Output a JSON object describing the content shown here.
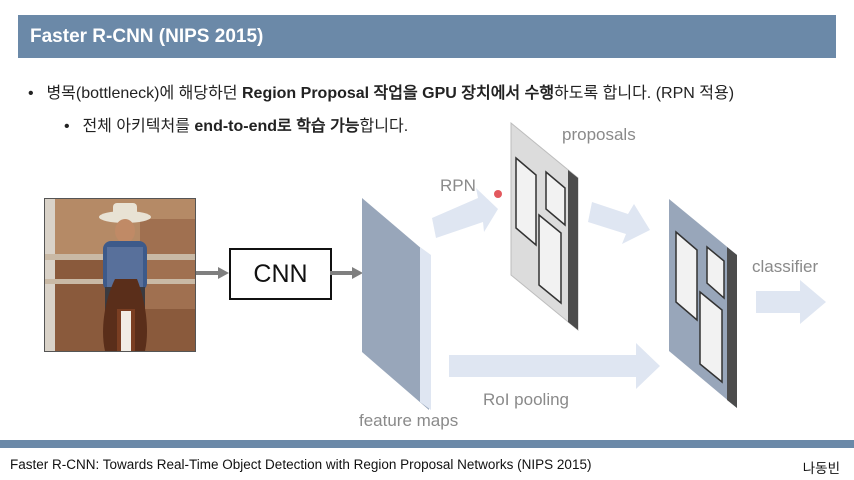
{
  "title": "Faster R-CNN (NIPS 2015)",
  "bullets": {
    "b1_p1": "병목(bottleneck)에 해당하던 ",
    "b1_p2": "Region Proposal 작업을 GPU 장치에서 수행",
    "b1_p3": "하도록 합니다. (RPN 적용)",
    "b2_p1": "전체 아키텍처를 ",
    "b2_p2": "end-to-end로 학습 가능",
    "b2_p3": "합니다."
  },
  "diagram": {
    "cnn_label": "CNN",
    "rpn_label": "RPN",
    "proposals_label": "proposals",
    "classifier_label": "classifier",
    "roi_label": "RoI pooling",
    "feature_maps_label": "feature maps"
  },
  "footer": {
    "citation": "Faster R-CNN: Towards Real-Time Object Detection with Region Proposal Networks (NIPS 2015)",
    "author": "나동빈"
  },
  "colors": {
    "title_bar": "#6b89a8",
    "arrow_light": "#dfe6f2",
    "feature_map": "#98a6ba",
    "cursor_dot": "#e0474c"
  }
}
